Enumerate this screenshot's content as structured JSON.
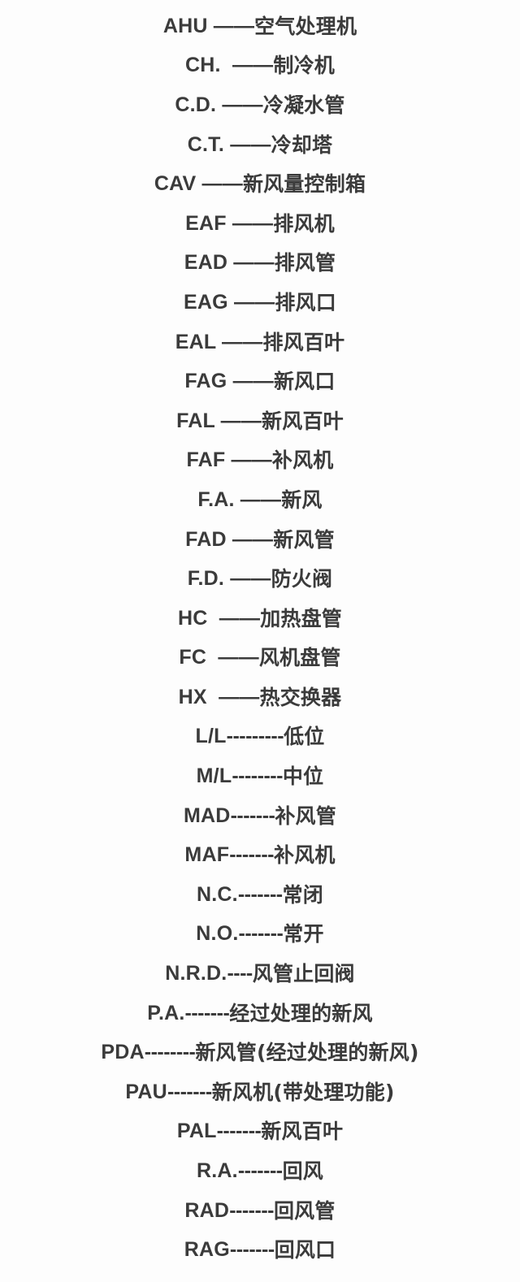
{
  "document": {
    "title": "暖通空调英文缩写对照表",
    "text_color": "#3b3b3b",
    "background_color": "#fdfdfd"
  },
  "entries": [
    {
      "abbr": "AHU ",
      "sep": "——",
      "term": "空气处理机"
    },
    {
      "abbr": "CH.  ",
      "sep": "——",
      "term": "制冷机"
    },
    {
      "abbr": "C.D. ",
      "sep": "——",
      "term": "冷凝水管"
    },
    {
      "abbr": "C.T. ",
      "sep": "——",
      "term": "冷却塔"
    },
    {
      "abbr": "CAV ",
      "sep": "——",
      "term": "新风量控制箱"
    },
    {
      "abbr": "EAF ",
      "sep": "——",
      "term": "排风机"
    },
    {
      "abbr": "EAD ",
      "sep": "——",
      "term": "排风管"
    },
    {
      "abbr": "EAG ",
      "sep": "——",
      "term": "排风口"
    },
    {
      "abbr": "EAL ",
      "sep": "——",
      "term": "排风百叶"
    },
    {
      "abbr": "FAG ",
      "sep": "——",
      "term": "新风口"
    },
    {
      "abbr": "FAL ",
      "sep": "——",
      "term": "新风百叶"
    },
    {
      "abbr": "FAF ",
      "sep": "——",
      "term": "补风机"
    },
    {
      "abbr": "F.A. ",
      "sep": "——",
      "term": "新风"
    },
    {
      "abbr": "FAD ",
      "sep": "——",
      "term": "新风管"
    },
    {
      "abbr": "F.D. ",
      "sep": "——",
      "term": "防火阀"
    },
    {
      "abbr": "HC  ",
      "sep": "——",
      "term": "加热盘管"
    },
    {
      "abbr": "FC  ",
      "sep": "——",
      "term": "风机盘管"
    },
    {
      "abbr": "HX  ",
      "sep": "——",
      "term": "热交换器"
    },
    {
      "abbr": "L/L",
      "sep": "---------",
      "term": "低位"
    },
    {
      "abbr": "M/L",
      "sep": "--------",
      "term": "中位"
    },
    {
      "abbr": "MAD",
      "sep": "-------",
      "term": "补风管"
    },
    {
      "abbr": "MAF",
      "sep": "-------",
      "term": "补风机"
    },
    {
      "abbr": "N.C.",
      "sep": "-------",
      "term": "常闭"
    },
    {
      "abbr": "N.O.",
      "sep": "-------",
      "term": "常开"
    },
    {
      "abbr": "N.R.D.",
      "sep": "----",
      "term": "风管止回阀"
    },
    {
      "abbr": "P.A.",
      "sep": "-------",
      "term": "经过处理的新风"
    },
    {
      "abbr": "PDA",
      "sep": "--------",
      "term": "新风管(经过处理的新风)"
    },
    {
      "abbr": "PAU",
      "sep": "-------",
      "term": "新风机(带处理功能)"
    },
    {
      "abbr": "PAL",
      "sep": "-------",
      "term": "新风百叶"
    },
    {
      "abbr": "R.A.",
      "sep": "-------",
      "term": "回风"
    },
    {
      "abbr": "RAD",
      "sep": "-------",
      "term": "回风管"
    },
    {
      "abbr": "RAG",
      "sep": "-------",
      "term": "回风口"
    }
  ]
}
